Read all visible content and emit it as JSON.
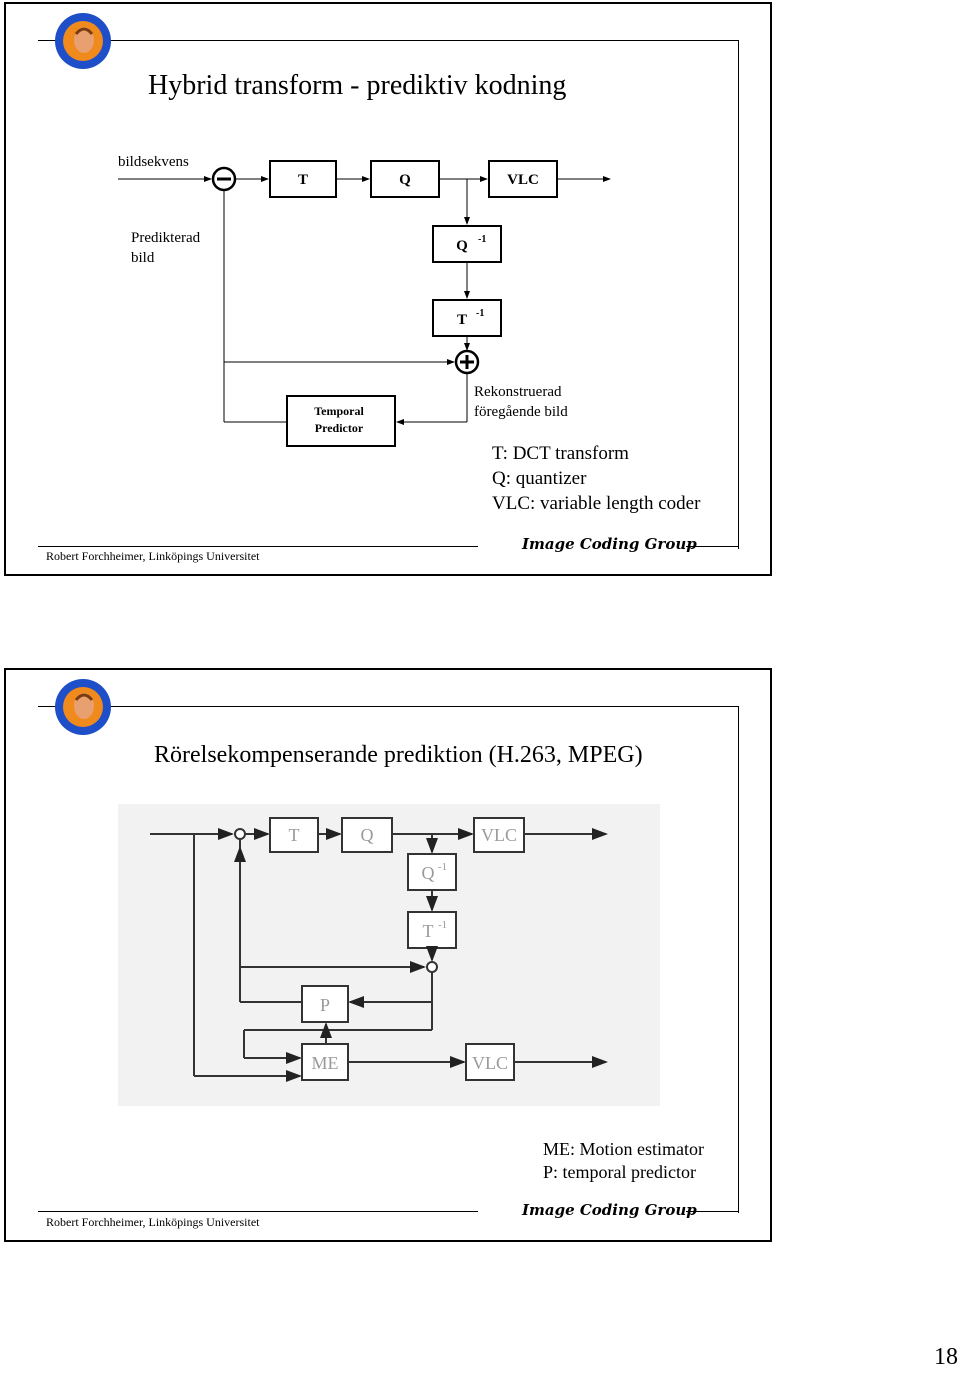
{
  "slide1": {
    "title": "Hybrid transform - prediktiv kodning",
    "input_label": "bildsekvens",
    "predicted_label_1": "Predikterad",
    "predicted_label_2": "bild",
    "blocks": {
      "t": "T",
      "q": "Q",
      "vlc": "VLC",
      "qinv": "Q",
      "tinv": "T",
      "inv_sup": "-1",
      "temporal_1": "Temporal",
      "temporal_2": "Predictor"
    },
    "recon_label_1": "Rekonstruerad",
    "recon_label_2": "föregående bild",
    "legend": [
      "T: DCT transform",
      "Q: quantizer",
      "VLC: variable length coder"
    ],
    "footer": "Robert Forchheimer, Linköpings Universitet",
    "group": "Image Coding Group"
  },
  "slide2": {
    "title": "Rörelsekompenserande prediktion (H.263, MPEG)",
    "blocks": {
      "t": "T",
      "q": "Q",
      "vlc": "VLC",
      "qinv": "Q",
      "tinv": "T",
      "inv_sup": "-1",
      "p": "P",
      "me": "ME",
      "vlc2": "VLC"
    },
    "legend": [
      "ME: Motion estimator",
      "P: temporal predictor"
    ],
    "footer": "Robert Forchheimer, Linköpings Universitet",
    "group": "Image Coding Group"
  },
  "page_number": "18",
  "colors": {
    "logo_orange": "#f08a1c",
    "logo_blue": "#1e4fc8",
    "diagram_bg": "#f2f2f2",
    "block_gray": "#9a9a9a"
  },
  "icons": [
    "university-logo",
    "subtract-node",
    "add-node",
    "arrow-head"
  ]
}
